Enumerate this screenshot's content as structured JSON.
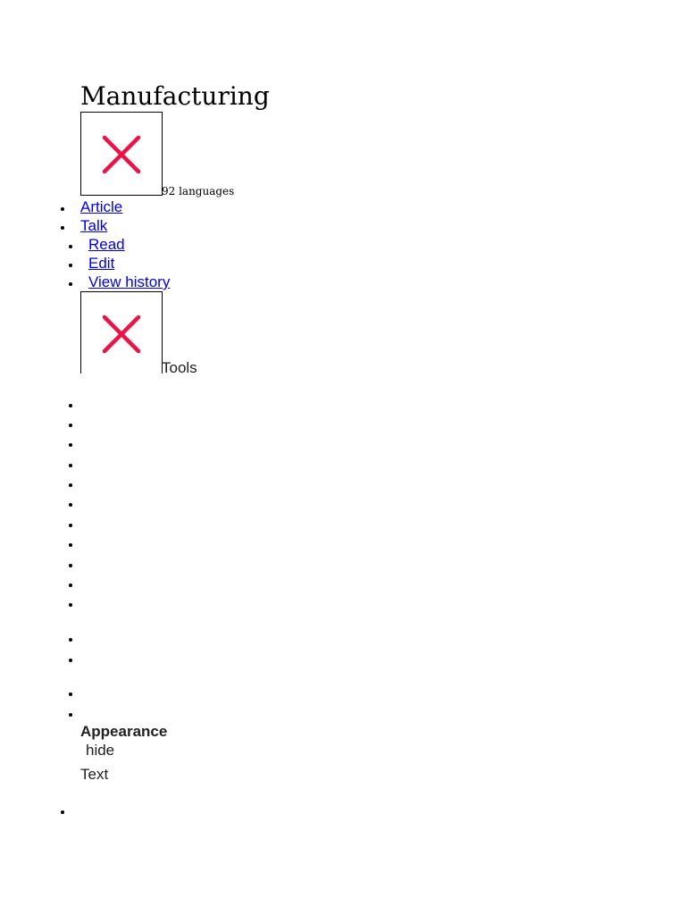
{
  "page": {
    "title": "Manufacturing"
  },
  "languages": {
    "label": "92 languages",
    "icon": "broken-image-icon"
  },
  "namespaces": [
    {
      "label": "Article"
    },
    {
      "label": "Talk"
    }
  ],
  "views": [
    {
      "label": "Read"
    },
    {
      "label": "Edit"
    },
    {
      "label": "View history"
    }
  ],
  "tools": {
    "label": "Tools",
    "icon": "broken-image-icon"
  },
  "appearance": {
    "heading": "Appearance",
    "hide_label": "hide",
    "text_label": "Text"
  },
  "colors": {
    "link": "#0000ee",
    "broken_icon": "#ee1144"
  }
}
